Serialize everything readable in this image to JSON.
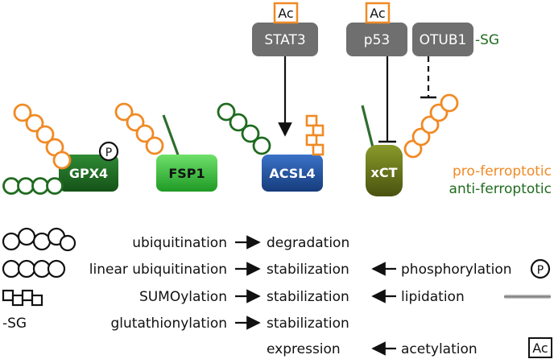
{
  "proteins": {
    "gpx4": "GPX4",
    "fsp1": "FSP1",
    "acsl4": "ACSL4",
    "xct": "xCT",
    "stat3": "STAT3",
    "p53": "p53",
    "otub1": "OTUB1"
  },
  "badges": {
    "ac": "Ac",
    "p": "P",
    "sg": "-SG"
  },
  "key": {
    "pro": "pro-ferroptotic",
    "anti": "anti-ferroptotic"
  },
  "legend": {
    "rows": [
      {
        "modification": "ubiquitination",
        "effect": "degradation"
      },
      {
        "modification": "linear ubiquitination",
        "effect": "stabilization",
        "extra": "phosphorylation"
      },
      {
        "modification": "SUMOylation",
        "effect": "stabilization",
        "extra": "lipidation"
      },
      {
        "modification": "glutathionylation",
        "effect": "stabilization",
        "symbol": "-SG"
      },
      {
        "effect": "expression",
        "extra": "acetylation"
      }
    ],
    "p_symbol": "P",
    "ac_symbol": "Ac"
  },
  "colors": {
    "orange": "#f08a24",
    "green": "#1f6b1f",
    "gpx4": "#1e6b23",
    "fsp1": "#35b935",
    "acsl4": "#1c4f9e",
    "xct": "#5f6b16",
    "gray": "#6f6f6f"
  }
}
